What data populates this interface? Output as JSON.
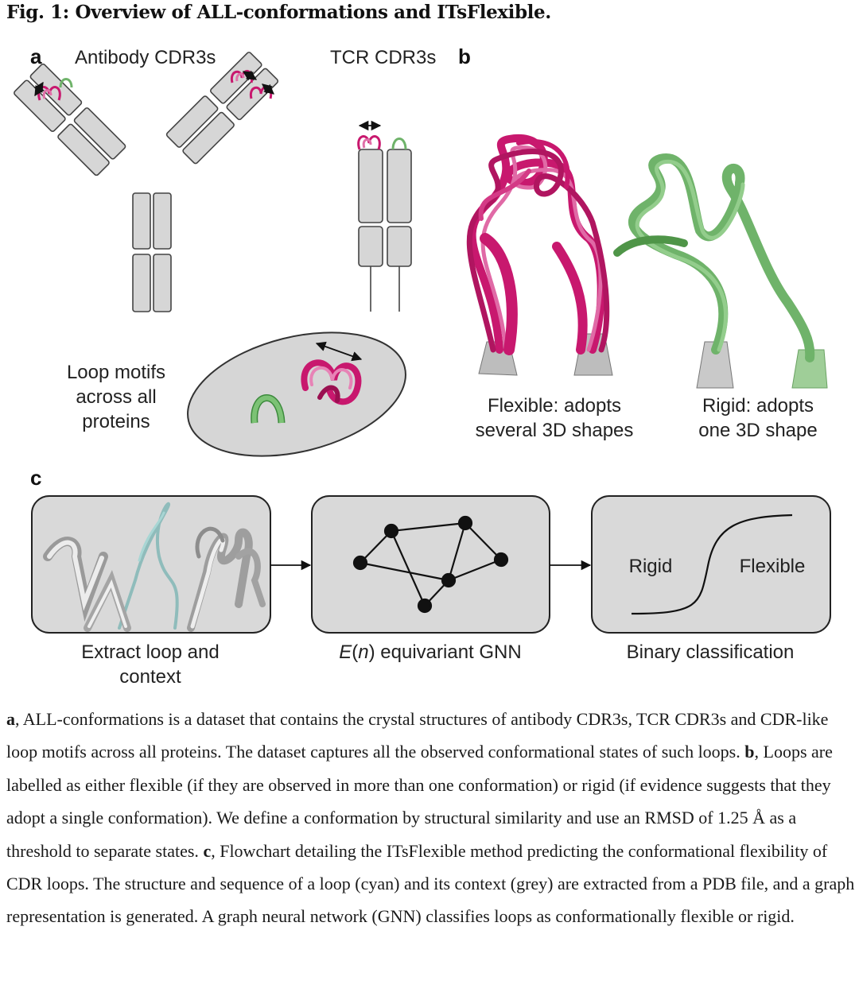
{
  "figure": {
    "title": "Fig. 1: Overview of ALL-conformations and ITsFlexible.",
    "panel_a": {
      "letter": "a",
      "antibody_label": "Antibody CDR3s",
      "tcr_label": "TCR CDR3s",
      "loop_motifs_line1": "Loop motifs",
      "loop_motifs_line2": "across all",
      "loop_motifs_line3": "proteins"
    },
    "panel_b": {
      "letter": "b",
      "flexible_line1": "Flexible: adopts",
      "flexible_line2": "several 3D shapes",
      "rigid_line1": "Rigid: adopts",
      "rigid_line2": "one 3D shape"
    },
    "panel_c": {
      "letter": "c",
      "step1_line1": "Extract loop and",
      "step1_line2": "context",
      "step2_prefix": "E",
      "step2_paren_open": "(",
      "step2_italic_n": "n",
      "step2_suffix": ") equivariant GNN",
      "step3_label": "Binary classification",
      "rigid_word": "Rigid",
      "flexible_word": "Flexible"
    },
    "colors": {
      "flexible": "#c8186e",
      "rigid": "#6fb36a",
      "box": "#d9d9d9"
    }
  },
  "caption": {
    "a_letter": "a",
    "a_text": ", ALL-conformations is a dataset that contains the crystal structures of antibody CDR3s, TCR CDR3s and CDR-like loop motifs across all proteins. The dataset captures all the observed conformational states of such loops. ",
    "b_letter": "b",
    "b_text": ", Loops are labelled as either flexible (if they are observed in more than one conformation) or rigid (if evidence suggests that they adopt a single conformation). We define a conformation by structural similarity and use an RMSD of 1.25 Å as a threshold to separate states. ",
    "c_letter": "c",
    "c_text": ", Flowchart detailing the ITsFlexible method predicting the conformational flexibility of CDR loops. The structure and sequence of a loop (cyan) and its context (grey) are extracted from a PDB file, and a graph representation is generated. A graph neural network (GNN) classifies loops as conformationally flexible or rigid."
  }
}
